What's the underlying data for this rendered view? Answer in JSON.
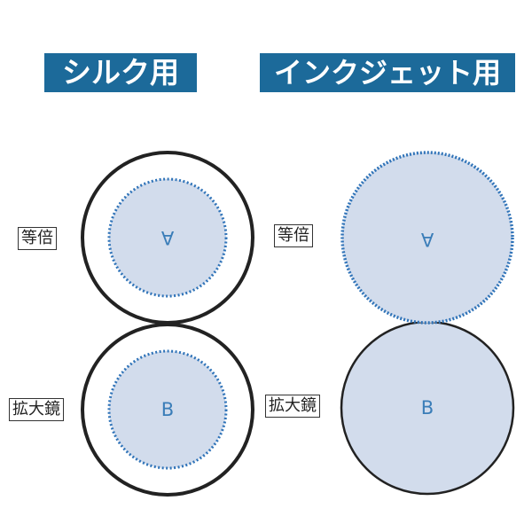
{
  "headers": {
    "silk": "シルク用",
    "inkjet": "インクジェット用"
  },
  "labels": {
    "equal": "等倍",
    "magnifier": "拡大鏡"
  },
  "marks": {
    "a": "A",
    "b": "B"
  },
  "colors": {
    "header_bg": "#1c6a9a",
    "header_text": "#ffffff",
    "fill": "#d2dcec",
    "dotted_stroke": "#2f73b8",
    "outline": "#222222",
    "mark_text": "#3a7db8"
  }
}
